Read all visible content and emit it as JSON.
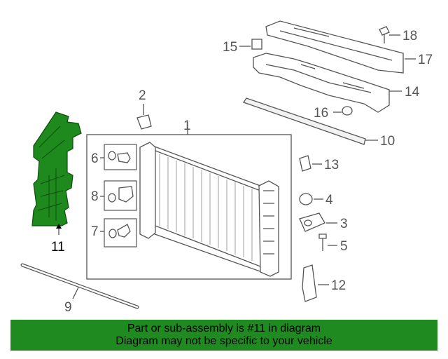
{
  "callouts": {
    "c1": "1",
    "c2": "2",
    "c3": "3",
    "c4": "4",
    "c5": "5",
    "c6": "6",
    "c7": "7",
    "c8": "8",
    "c9": "9",
    "c10": "10",
    "c11": "11",
    "c12": "12",
    "c13": "13",
    "c14": "14",
    "c15": "15",
    "c16": "16",
    "c17": "17",
    "c18": "18"
  },
  "highlighted_part": "11",
  "colors": {
    "highlight": "#1e8a1e",
    "banner": "#1f8a1f",
    "line": "#555555"
  },
  "banner": {
    "line1": "Part or sub-assembly is #11 in diagram",
    "line2": "Diagram may not be specific to your vehicle"
  }
}
